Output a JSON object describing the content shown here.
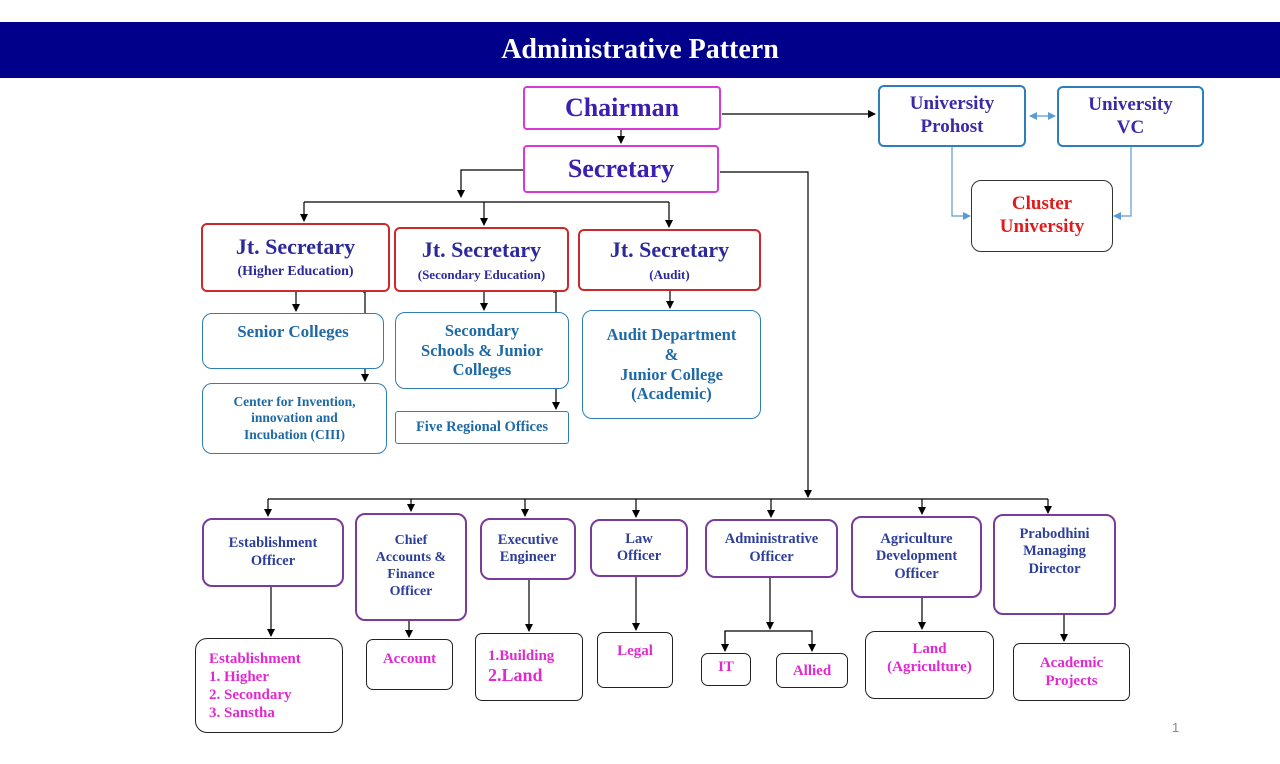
{
  "title": "Administrative Pattern",
  "top": {
    "chairman": "Chairman",
    "secretary": "Secretary"
  },
  "university": {
    "prohost": [
      "University",
      "Prohost"
    ],
    "vc": [
      "University",
      "VC"
    ],
    "cluster": [
      "Cluster",
      "University"
    ]
  },
  "jt": {
    "higher": {
      "title": "Jt. Secretary",
      "sub": "(Higher Education)"
    },
    "secondary": {
      "title": "Jt. Secretary",
      "sub": "(Secondary Education)"
    },
    "audit": {
      "title": "Jt. Secretary",
      "sub": "(Audit)"
    }
  },
  "units": {
    "senior_colleges": "Senior Colleges",
    "ciii": [
      "Center for Invention,",
      "innovation  and",
      "Incubation  (CIII)"
    ],
    "secondary_schools": [
      "Secondary",
      "Schools & Junior",
      "Colleges"
    ],
    "regional_offices": "Five Regional Offices",
    "audit_dept": [
      "Audit Department",
      "&",
      "Junior College",
      "(Academic)"
    ]
  },
  "officers": {
    "establishment": [
      "Establishment",
      "Officer"
    ],
    "accounts": [
      "Chief",
      "Accounts &",
      "Finance",
      "Officer"
    ],
    "engineer": [
      "Executive",
      "Engineer"
    ],
    "law": [
      "Law",
      "Officer"
    ],
    "admin": [
      "Administrative",
      "Officer"
    ],
    "agri": [
      "Agriculture",
      "Development",
      "Officer"
    ],
    "prabodhini": [
      "Prabodhini",
      "Managing",
      "Director"
    ]
  },
  "leaves": {
    "establishment": [
      "Establishment",
      "1. Higher",
      "2. Secondary",
      "3. Sanstha"
    ],
    "account": "Account",
    "building": [
      "1.Building",
      "2.Land"
    ],
    "legal": "Legal",
    "it": "IT",
    "allied": "Allied",
    "land": [
      "Land",
      "(Agriculture)"
    ],
    "academic": [
      "Academic",
      "Projects"
    ]
  },
  "page_number": "1",
  "colors": {
    "banner": "#00008b",
    "magenta_border": "#d63ad6",
    "red_border": "#cc2a2a",
    "blue_border": "#2c7fb8",
    "purple_border": "#7a3b9b",
    "pink_text": "#e02ad0",
    "cluster_text": "#e01b1b"
  }
}
